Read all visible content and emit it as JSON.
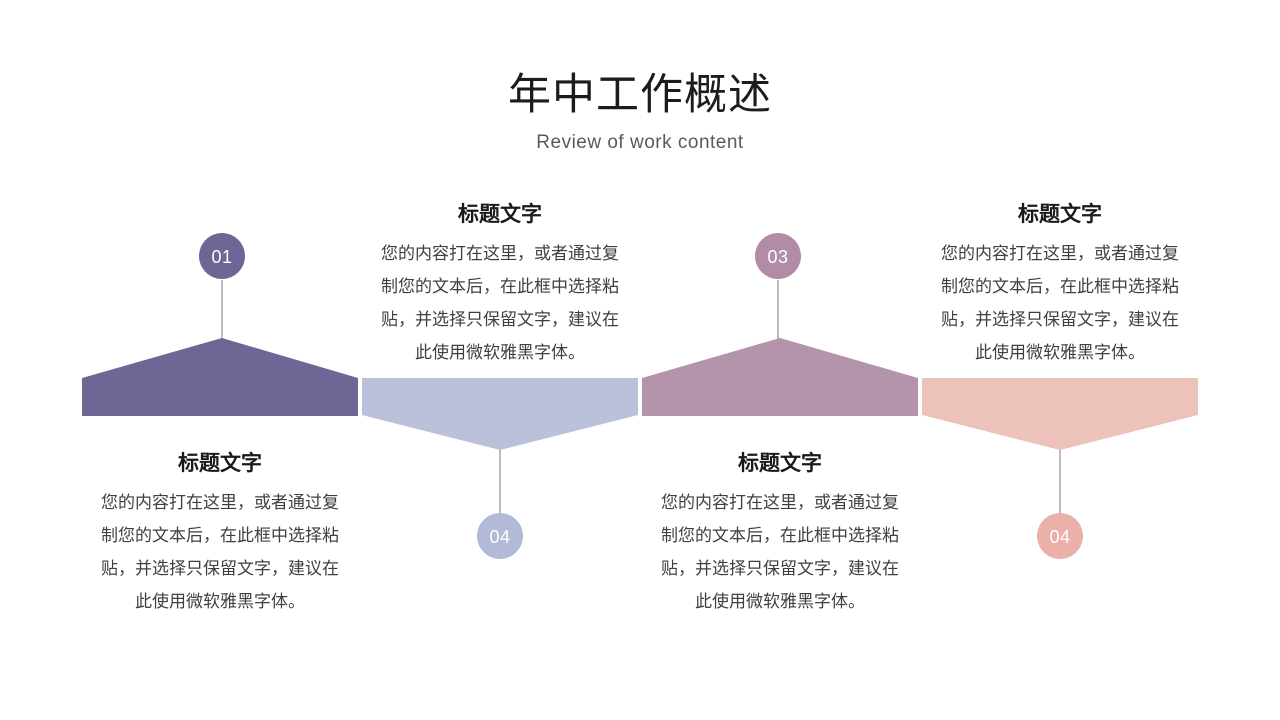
{
  "slide": {
    "title": "年中工作概述",
    "subtitle": "Review of work content",
    "background_color": "#ffffff"
  },
  "diagram": {
    "connector_color": "#a6a6a6",
    "number_text_color": "#ffffff",
    "sections": [
      {
        "number": "01",
        "title": "标题文字",
        "body": "您的内容打在这里，或者通过复\n制您的文本后，在此框中选择粘\n贴，并选择只保留文字，建议在\n此使用微软雅黑字体。",
        "shape_color": "#6f6695",
        "circle_color": "#6f6695"
      },
      {
        "number": "04",
        "title": "标题文字",
        "body": "您的内容打在这里，或者通过复\n制您的文本后，在此框中选择粘\n贴，并选择只保留文字，建议在\n此使用微软雅黑字体。",
        "shape_color": "#bcc1db",
        "circle_color": "#b2bad8"
      },
      {
        "number": "03",
        "title": "标题文字",
        "body": "您的内容打在这里，或者通过复\n制您的文本后，在此框中选择粘\n贴，并选择只保留文字，建议在\n此使用微软雅黑字体。",
        "shape_color": "#b494aa",
        "circle_color": "#b18ca6"
      },
      {
        "number": "04",
        "title": "标题文字",
        "body": "您的内容打在这里，或者通过复\n制您的文本后，在此框中选择粘\n贴，并选择只保留文字，建议在\n此使用微软雅黑字体。",
        "shape_color": "#ecc2bb",
        "circle_color": "#eab0a9"
      }
    ]
  }
}
